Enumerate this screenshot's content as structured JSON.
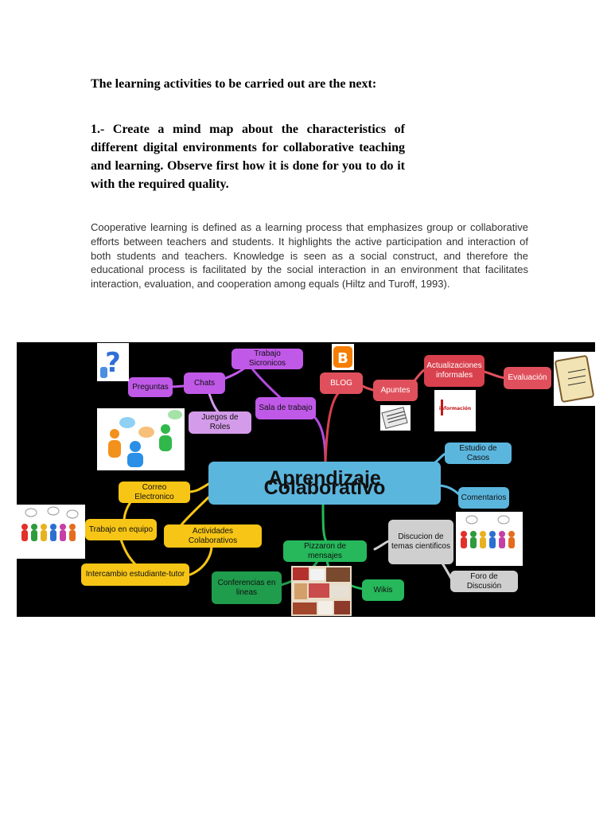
{
  "text": {
    "intro": "The learning activities to be carried out are the next:",
    "task": "1.- Create a mind map about the characteristics of different digital environments for collaborative teaching and learning. Observe first how it is done for you to do it with the required quality.",
    "body": "Cooperative learning is defined as a learning process that emphasizes group or collaborative efforts between teachers and students. It highlights the active participation and interaction of both students and teachers. Knowledge is seen as a social construct, and therefore the educational process is facilitated by the social interaction in an environment that facilitates interaction, evaluation, and cooperation among equals (Hiltz and Turoff, 1993)."
  },
  "mindmap": {
    "center": "Aprendizaje Colaborativo",
    "nodes": {
      "preguntas": "Preguntas",
      "chats": "Chats",
      "trabajo_sincronicos": "Trabajo Sicronicos",
      "juegos_roles": "Juegos de Roles",
      "sala_trabajo": "Sala de trabajo",
      "blog": "BLOG",
      "apuntes": "Apuntes",
      "actualizaciones": "Actualizaciones informales",
      "evaluacion": "Evaluación",
      "estudio_casos": "Estudio de Casos",
      "comentarios": "Comentarios",
      "discusion": "Discucion de temas cientificos",
      "foro": "Foro de Discusión",
      "correo": "Correo Electronico",
      "trabajo_equipo": "Trabajo en equipo",
      "actividades": "Actividades Colaborativos",
      "intercambio": "Intercambio estudiante-tutor",
      "pizzaron": "Pizzaron de mensajes",
      "conferencias": "Conferencias en lineas",
      "wikis": "Wikis"
    },
    "images": {
      "question_icon": "question-mark",
      "people_chat": "people-chat-bubbles",
      "blogger_logo": "B",
      "informacion_label": "información",
      "evaluacion_clipboard": "Evaluación",
      "colors": {
        "purple": "#c059e8",
        "red": "#e0505c",
        "blue": "#5bb6de",
        "yellow": "#f6c516",
        "green": "#26b85b",
        "grey": "#cfcfcf"
      }
    }
  }
}
